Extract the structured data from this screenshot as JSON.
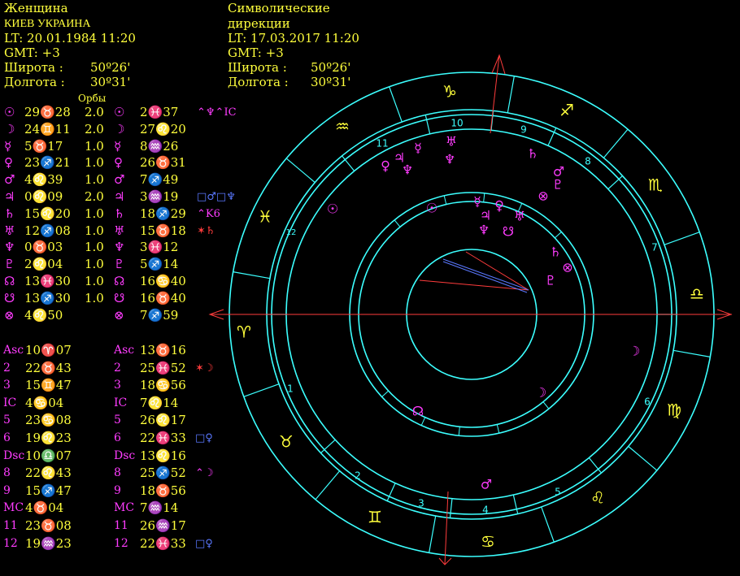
{
  "natal": {
    "name": "Женщина",
    "place": "КИЕВ УКРАИНА",
    "lt": "LT: 20.01.1984  11:20",
    "gmt": "GMT: +3",
    "lat_label": "Широта :",
    "lat_value": "50º26'",
    "lon_label": "Долгота :",
    "lon_value": "30º31'"
  },
  "directions": {
    "title_line1": "Символические",
    "title_line2": "дирекции",
    "lt": "LT: 17.03.2017  11:20",
    "gmt": "GMT: +3",
    "lat_label": "Широта :",
    "lat_value": "50º26'",
    "lon_label": "Долгота :",
    "lon_value": "30º31'"
  },
  "orbs_label": "Орбы",
  "planets": [
    {
      "glyph": "☉",
      "natal": "29♉28",
      "orb": "2.0",
      "dir": "2♓37",
      "aspect": "⌃♆⌃IC",
      "aspect_color": "#ff3cff"
    },
    {
      "glyph": "☽",
      "natal": "24♊11",
      "orb": "2.0",
      "dir": "27♌20",
      "aspect": "",
      "aspect_color": "#ff3cff"
    },
    {
      "glyph": "☿",
      "natal": "5♉17",
      "orb": "1.0",
      "dir": "8♒26",
      "aspect": "",
      "aspect_color": "#ff3cff"
    },
    {
      "glyph": "♀",
      "natal": "23♐21",
      "orb": "1.0",
      "dir": "26♉31",
      "aspect": "",
      "aspect_color": "#ff3cff"
    },
    {
      "glyph": "♂",
      "natal": "4♌39",
      "orb": "1.0",
      "dir": "7♐49",
      "aspect": "",
      "aspect_color": "#ff3cff"
    },
    {
      "glyph": "♃",
      "natal": "0♌09",
      "orb": "2.0",
      "dir": "3♒19",
      "aspect": "□♂□♆",
      "aspect_color": "#5a78ff"
    },
    {
      "glyph": "♄",
      "natal": "15♌20",
      "orb": "1.0",
      "dir": "18♐29",
      "aspect": "⌃K6",
      "aspect_color": "#ff3cff"
    },
    {
      "glyph": "♅",
      "natal": "12♐08",
      "orb": "1.0",
      "dir": "15♉18",
      "aspect": "✶♄",
      "aspect_color": "#ff3c3c"
    },
    {
      "glyph": "♆",
      "natal": "0♉03",
      "orb": "1.0",
      "dir": "3♓12",
      "aspect": "",
      "aspect_color": "#ff3cff"
    },
    {
      "glyph": "♇",
      "natal": "2♌04",
      "orb": "1.0",
      "dir": "5♐14",
      "aspect": "",
      "aspect_color": "#ff3cff"
    },
    {
      "glyph": "☊",
      "natal": "13♓30",
      "orb": "1.0",
      "dir": "16♋40",
      "aspect": "",
      "aspect_color": "#ff3cff"
    },
    {
      "glyph": "☋",
      "natal": "13♐30",
      "orb": "1.0",
      "dir": "16♉40",
      "aspect": "",
      "aspect_color": "#ff3cff"
    },
    {
      "glyph": "⊗",
      "natal": "4♌50",
      "orb": "",
      "dir": "7♐59",
      "aspect": "",
      "aspect_color": "#ff3cff"
    }
  ],
  "houses": [
    {
      "label": "Asc",
      "natal": "10♈07",
      "dir_label": "Asc",
      "dir": "13♉16",
      "aspect": "",
      "aspect_color": "#ff3cff"
    },
    {
      "label": "2",
      "natal": "22♉43",
      "dir_label": "2",
      "dir": "25♓52",
      "aspect": "✶☽",
      "aspect_color": "#ff3c3c"
    },
    {
      "label": "3",
      "natal": "15♊47",
      "dir_label": "3",
      "dir": "18♋56",
      "aspect": "",
      "aspect_color": "#ff3cff"
    },
    {
      "label": "IC",
      "natal": "4♋04",
      "dir_label": "IC",
      "dir": "7♌14",
      "aspect": "",
      "aspect_color": "#ff3cff"
    },
    {
      "label": "5",
      "natal": "23♋08",
      "dir_label": "5",
      "dir": "26♌17",
      "aspect": "",
      "aspect_color": "#ff3cff"
    },
    {
      "label": "6",
      "natal": "19♌23",
      "dir_label": "6",
      "dir": "22♓33",
      "aspect": "□♀",
      "aspect_color": "#5a78ff"
    },
    {
      "label": "Dsc",
      "natal": "10♎07",
      "dir_label": "Dsc",
      "dir": "13♌16",
      "aspect": "",
      "aspect_color": "#ff3cff"
    },
    {
      "label": "8",
      "natal": "22♌43",
      "dir_label": "8",
      "dir": "25♐52",
      "aspect": "⌃☽",
      "aspect_color": "#ff3cff"
    },
    {
      "label": "9",
      "natal": "15♐47",
      "dir_label": "9",
      "dir": "18♉56",
      "aspect": "",
      "aspect_color": "#ff3cff"
    },
    {
      "label": "MC",
      "natal": "4♉04",
      "dir_label": "MC",
      "dir": "7♒14",
      "aspect": "",
      "aspect_color": "#ff3cff"
    },
    {
      "label": "11",
      "natal": "23♉08",
      "dir_label": "11",
      "dir": "26♒17",
      "aspect": "",
      "aspect_color": "#ff3cff"
    },
    {
      "label": "12",
      "natal": "19♒23",
      "dir_label": "12",
      "dir": "22♓33",
      "aspect": "□♀",
      "aspect_color": "#5a78ff"
    }
  ],
  "wheel": {
    "zodiac_signs": [
      "♑",
      "♐",
      "♏",
      "♎",
      "♍",
      "♌",
      "♋",
      "♊",
      "♉",
      "♈",
      "♓",
      "♒"
    ],
    "house_numbers": [
      "10",
      "9",
      "8",
      "7",
      "6",
      "5",
      "4",
      "3",
      "2",
      "1",
      "12",
      "11"
    ],
    "outer_planets": [
      "♃",
      "☿",
      "♅",
      "♀",
      "♆",
      "♄",
      "♂",
      "♇",
      "⊗",
      "☉"
    ],
    "inner_planets": [
      "☉",
      "☿",
      "♃",
      "♀",
      "♅",
      "♆",
      "☋",
      "♄",
      "⊗",
      "♇",
      "☽",
      "☽",
      "☊",
      "♂"
    ],
    "colors": {
      "ring": "#3cffff",
      "sign": "#ffff3c",
      "planet": "#ff3cff",
      "axis": "#ff3c3c",
      "aspect_blue": "#5a78ff"
    }
  }
}
